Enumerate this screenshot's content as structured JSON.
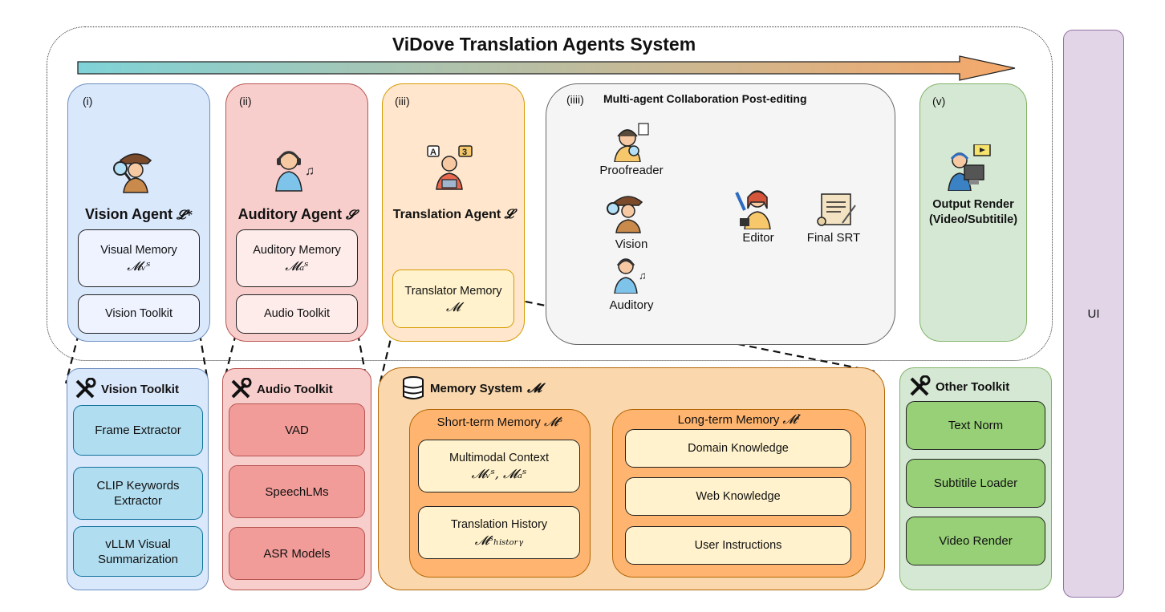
{
  "title": "ViDove Translation Agents System",
  "vision_agent": {
    "num": "(i)",
    "name": "Vision Agent",
    "sym": "𝓛*",
    "memory_label": "Visual Memory",
    "memory_sym": "𝓜ᵥˢ",
    "toolkit": "Vision Toolkit"
  },
  "auditory_agent": {
    "num": "(ii)",
    "name": "Auditory Agent",
    "sym": "𝓢",
    "memory_label": "Auditory Memory",
    "memory_sym": "𝓜ₐˢ",
    "toolkit": "Audio Toolkit"
  },
  "translation_agent": {
    "num": "(iii)",
    "name": "Translation Agent",
    "sym": "𝓛",
    "memory_label": "Translator Memory",
    "memory_sym": "𝓜"
  },
  "post_editing": {
    "num": "(iiii)",
    "title": "Multi-agent Collaboration Post-editing",
    "proofreader": "Proofreader",
    "vision": "Vision",
    "auditory": "Auditory",
    "editor": "Editor",
    "final": "Final SRT"
  },
  "output_render": {
    "num": "(v)",
    "line1": "Output Render",
    "line2": "(Video/Subtitile)"
  },
  "ui_label": "UI",
  "vision_toolkit": {
    "title": "Vision Toolkit",
    "items": [
      "Frame Extractor",
      "CLIP Keywords\nExtractor",
      "vLLM Visual\nSummarization"
    ]
  },
  "audio_toolkit": {
    "title": "Audio Toolkit",
    "items": [
      "VAD",
      "SpeechLMs",
      "ASR Models"
    ]
  },
  "memory_system": {
    "title": "Memory System",
    "sym": "𝓜",
    "short_term": {
      "label": "Short-term Memory",
      "sym": "𝓜ˢ",
      "items": [
        {
          "label": "Multimodal Context",
          "sym": "𝓜ᵥˢ, 𝓜ₐˢ"
        },
        {
          "label": "Translation History",
          "sym": "𝓜ˢₕᵢₛₜₒᵣᵧ"
        }
      ]
    },
    "long_term": {
      "label": "Long-term Memory",
      "sym": "𝓜ˡ",
      "items": [
        "Domain Knowledge",
        "Web Knowledge",
        "User Instructions"
      ]
    }
  },
  "other_toolkit": {
    "title": "Other Toolkit",
    "items": [
      "Text Norm",
      "Subtitile Loader",
      "Video Render"
    ]
  },
  "colors": {
    "vision": "#dae8fc",
    "auditory": "#f8cecc",
    "translation": "#ffe6cc",
    "postedit": "#f5f5f5",
    "output": "#d5e8d4",
    "ui": "#e1d5e7",
    "vision_tool": "#b1ddf0",
    "audio_tool": "#f19c99",
    "memory": "#fad7ac",
    "other_tool": "#97d077"
  },
  "icons": {
    "vision": "detective-icon",
    "auditory": "headphones-person-icon",
    "translation": "translator-icon",
    "proofreader": "proofreader-icon",
    "editor": "editor-icon",
    "final": "scroll-icon",
    "output": "screen-person-icon",
    "toolkit": "wrench-screwdriver-icon",
    "memory": "database-icon"
  }
}
